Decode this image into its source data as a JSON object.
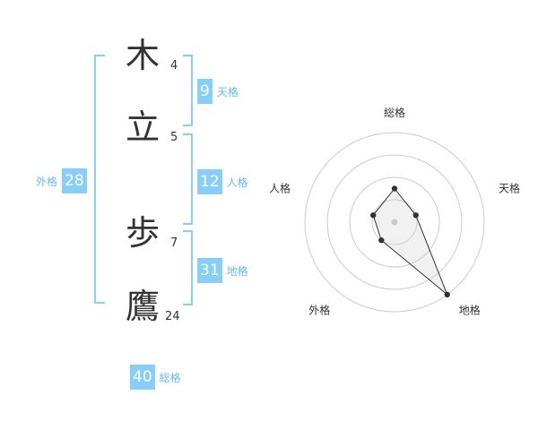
{
  "characters": [
    {
      "char": "木",
      "strokes": "4"
    },
    {
      "char": "立",
      "strokes": "5"
    },
    {
      "char": "歩",
      "strokes": "7"
    },
    {
      "char": "鷹",
      "strokes": "24"
    }
  ],
  "kaku": {
    "tenkaku": {
      "value": "9",
      "label": "天格"
    },
    "jinkaku": {
      "value": "12",
      "label": "人格"
    },
    "chikaku": {
      "value": "31",
      "label": "地格"
    },
    "gaikaku": {
      "value": "28",
      "label": "外格"
    },
    "soukaku": {
      "value": "40",
      "label": "総格"
    }
  },
  "colors": {
    "accent": "#87cefa",
    "label": "#66bbee",
    "bracket": "#87cefa"
  },
  "chart_data": {
    "type": "radar",
    "axes": [
      "総格",
      "天格",
      "地格",
      "外格",
      "人格"
    ],
    "values": [
      1.5,
      1,
      4,
      1,
      1
    ],
    "rmax": 4,
    "rings": 4
  }
}
